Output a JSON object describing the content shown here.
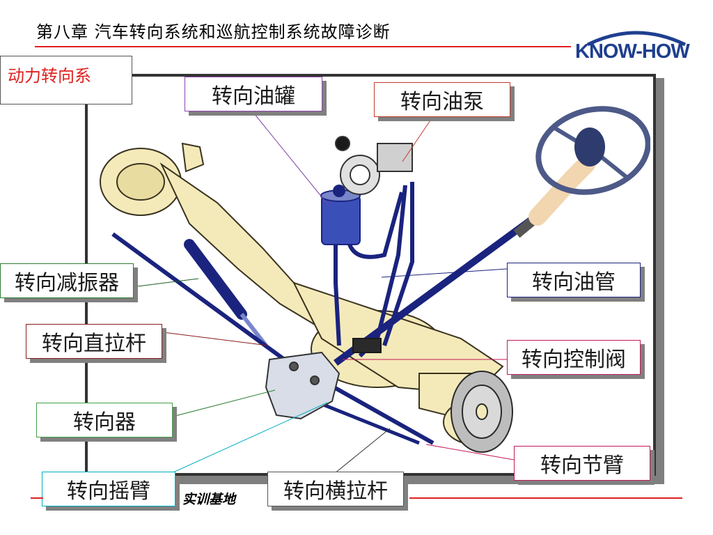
{
  "header": {
    "title": "第八章  汽车转向系统和巡航控制系统故障诊断",
    "logo_text": "KNOW-HOW"
  },
  "section_label": "动力转向系",
  "callouts": {
    "reservoir": "转向油罐",
    "pump": "转向油泵",
    "damper": "转向减振器",
    "hose": "转向油管",
    "drag_link": "转向直拉杆",
    "control_valve": "转向控制阀",
    "gear": "转向器",
    "knuckle_arm": "转向节臂",
    "pitman_arm": "转向摇臂",
    "tie_rod": "转向横拉杆"
  },
  "footer": {
    "base_text": "实训基地"
  },
  "colors": {
    "accent_red": "#e0211f",
    "logo_blue": "#1f3f8f",
    "hose_blue": "#1a237e",
    "axle_cream": "#f4eab9",
    "reservoir_blue": "#3b4fb8"
  }
}
